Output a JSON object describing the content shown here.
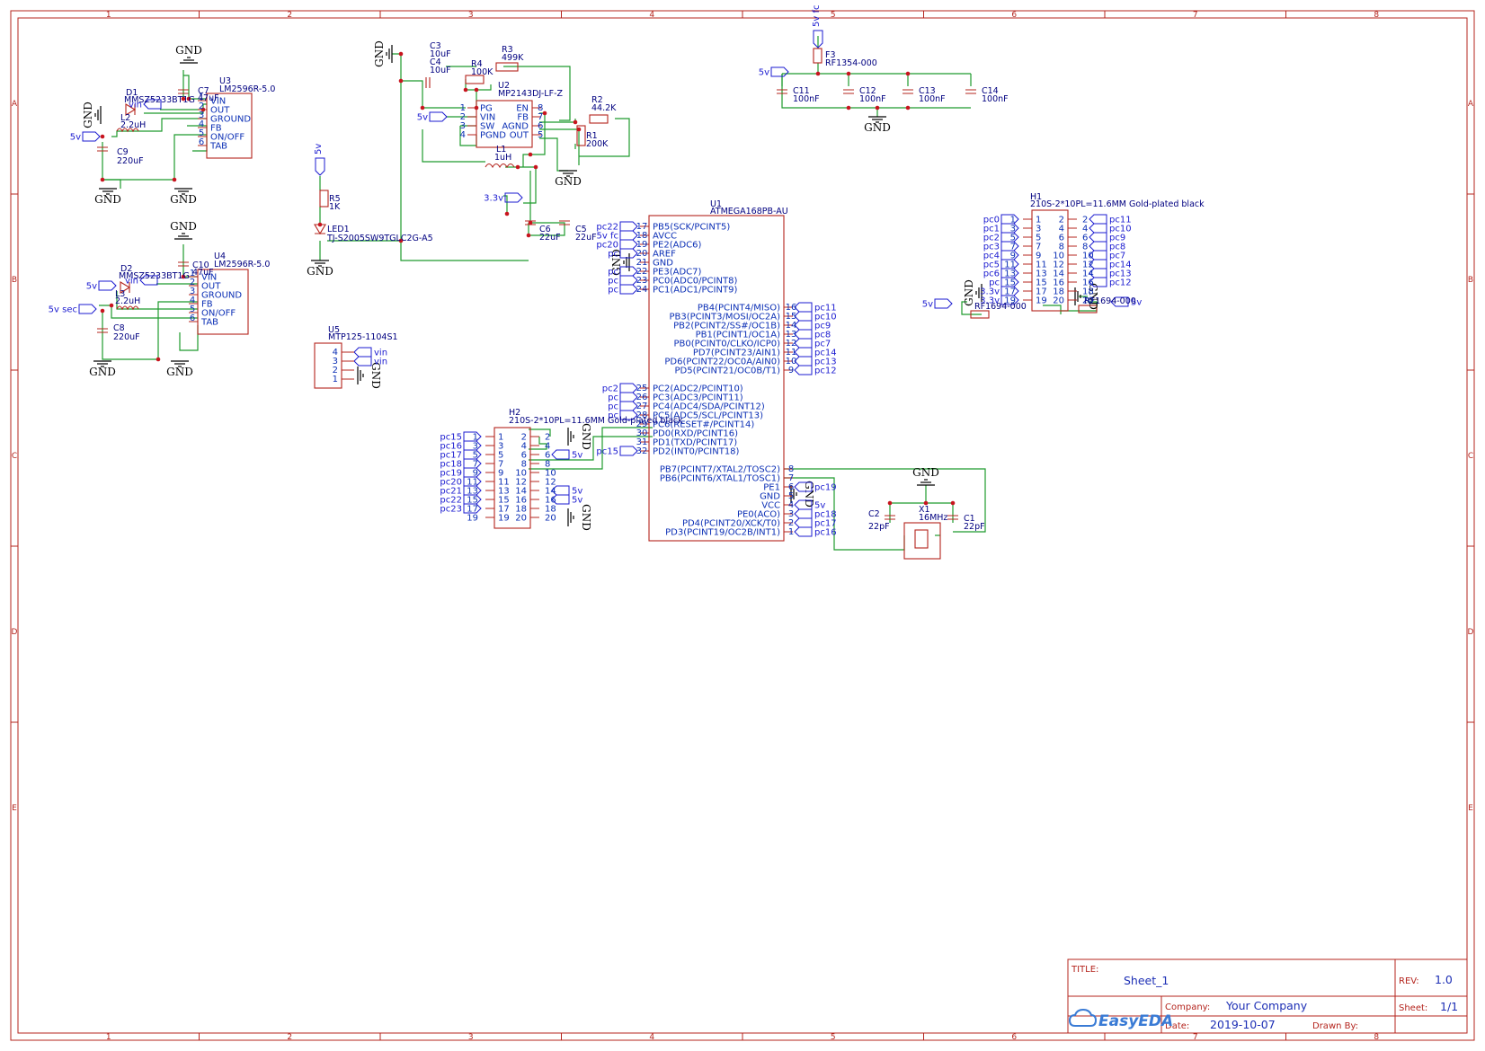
{
  "frame": {
    "columns": [
      "1",
      "2",
      "3",
      "4",
      "5",
      "6",
      "7",
      "8"
    ],
    "rows": [
      "A",
      "B",
      "C",
      "D",
      "E"
    ]
  },
  "colors": {
    "border": "#b4241d",
    "component": "#b4241d",
    "wire": "#1e9b2d",
    "pin_text": "#0b2fb5",
    "junction": "#c8141e",
    "gnd": "#000000"
  },
  "power_labels": {
    "gnd": "GND",
    "v5": "5v",
    "v5_sec": "5v sec",
    "v33": "3.3v",
    "vin": "vin",
    "v5fc": "5v fc"
  },
  "u1": {
    "ref": "U1",
    "part": "ATMEGA168PB-AU",
    "left_pins": [
      {
        "n": "17",
        "name": "PB5(SCK/PCINT5)",
        "net": "pc22"
      },
      {
        "n": "18",
        "name": "AVCC",
        "net": "5v fc",
        "red": true
      },
      {
        "n": "19",
        "name": "PE2(ADC6)",
        "net": "pc20"
      },
      {
        "n": "20",
        "name": "AREF",
        "net": "pc"
      },
      {
        "n": "21",
        "name": "GND",
        "net": "GND"
      },
      {
        "n": "22",
        "name": "PE3(ADC7)",
        "net": "pc"
      },
      {
        "n": "23",
        "name": "PC0(ADC0/PCINT8)",
        "net": "pc"
      },
      {
        "n": "24",
        "name": "PC1(ADC1/PCINT9)",
        "net": "pc"
      },
      {
        "n": "25",
        "name": "PC2(ADC2/PCINT10)",
        "net": "pc2"
      },
      {
        "n": "26",
        "name": "PC3(ADC3/PCINT11)",
        "net": "pc"
      },
      {
        "n": "27",
        "name": "PC4(ADC4/SDA/PCINT12)",
        "net": "pc"
      },
      {
        "n": "28",
        "name": "PC5(ADC5/SCL/PCINT13)",
        "net": "pc"
      },
      {
        "n": "29",
        "name": "PC6(RESET#/PCINT14)",
        "net": ""
      },
      {
        "n": "30",
        "name": "PD0(RXD/PCINT16)",
        "net": ""
      },
      {
        "n": "31",
        "name": "PD1(TXD/PCINT17)",
        "net": ""
      },
      {
        "n": "32",
        "name": "PD2(INT0/PCINT18)",
        "net": "pc15"
      }
    ],
    "right_pins": [
      {
        "n": "16",
        "name": "PB4(PCINT4/MISO)",
        "net": "pc11"
      },
      {
        "n": "15",
        "name": "PB3(PCINT3/MOSI/OC2A)",
        "net": "pc10"
      },
      {
        "n": "14",
        "name": "PB2(PCINT2/SS#/OC1B)",
        "net": "pc9"
      },
      {
        "n": "13",
        "name": "PB1(PCINT1/OC1A)",
        "net": "pc8"
      },
      {
        "n": "12",
        "name": "PB0(PCINT0/CLKO/ICP0)",
        "net": "pc7"
      },
      {
        "n": "11",
        "name": "PD7(PCINT23/AIN1)",
        "net": "pc14"
      },
      {
        "n": "10",
        "name": "PD6(PCINT22/OC0A/AIN0)",
        "net": "pc13"
      },
      {
        "n": "9",
        "name": "PD5(PCINT21/OC0B/T1)",
        "net": "pc12"
      },
      {
        "n": "8",
        "name": "PB7(PCINT7/XTAL2/TOSC2)",
        "net": ""
      },
      {
        "n": "7",
        "name": "PB6(PCINT6/XTAL1/TOSC1)",
        "net": ""
      },
      {
        "n": "6",
        "name": "PE1",
        "net": "pc19"
      },
      {
        "n": "5",
        "name": "GND",
        "net": "GND"
      },
      {
        "n": "4",
        "name": "VCC",
        "net": "5v",
        "red": true
      },
      {
        "n": "3",
        "name": "PE0(ACO)",
        "net": "pc18"
      },
      {
        "n": "2",
        "name": "PD4(PCINT20/XCK/T0)",
        "net": "pc17"
      },
      {
        "n": "1",
        "name": "PD3(PCINT19/OC2B/INT1)",
        "net": "pc16"
      }
    ]
  },
  "u3": {
    "ref": "U3",
    "part": "LM2596R-5.0",
    "pins": [
      "VIN",
      "OUT",
      "GROUND",
      "FB",
      "ON/OFF",
      "TAB"
    ]
  },
  "u4": {
    "ref": "U4",
    "part": "LM2596R-5.0",
    "pins": [
      "VIN",
      "OUT",
      "GROUND",
      "FB",
      "ON/OFF",
      "TAB"
    ]
  },
  "u2": {
    "ref": "U2",
    "part": "MP2143DJ-LF-Z",
    "left": [
      "PG",
      "VIN",
      "SW",
      "PGND"
    ],
    "right": [
      "EN",
      "FB",
      "AGND",
      "OUT"
    ]
  },
  "u5": {
    "ref": "U5",
    "part": "MTP125-1104S1",
    "pins": [
      "4",
      "3",
      "2",
      "1"
    ]
  },
  "h1": {
    "ref": "H1",
    "part": "210S-2*10PL=11.6MM Gold-plated black",
    "left_nets": [
      "pc0",
      "pc1",
      "pc2",
      "pc3",
      "pc4",
      "pc5",
      "pc6",
      "pc",
      "3.3v",
      "3.3v"
    ],
    "right_nets": [
      "pc11",
      "pc10",
      "pc9",
      "pc8",
      "pc7",
      "pc14",
      "pc13",
      "pc12",
      "",
      ""
    ]
  },
  "h2": {
    "ref": "H2",
    "part": "210S-2*10PL=11.6MM Gold-plated black",
    "left_nets": [
      "pc15",
      "pc16",
      "pc17",
      "pc18",
      "pc19",
      "pc20",
      "pc21",
      "pc22",
      "pc23",
      ""
    ]
  },
  "parts": {
    "d1": {
      "ref": "D1",
      "part": "MMSZ5233BT1G"
    },
    "d2": {
      "ref": "D2",
      "part": "MMSZ5233BT1G"
    },
    "l2": {
      "ref": "L2",
      "val": "2.2uH"
    },
    "l3": {
      "ref": "L3",
      "val": "2.2uH"
    },
    "l1": {
      "ref": "L1",
      "val": "1uH"
    },
    "c7": {
      "ref": "C7",
      "val": "47uF"
    },
    "c10": {
      "ref": "C10",
      "val": "47uF"
    },
    "c9": {
      "ref": "C9",
      "val": "220uF"
    },
    "c8": {
      "ref": "C8",
      "val": "220uF"
    },
    "c3": {
      "ref": "C3",
      "val": "10uF"
    },
    "c4": {
      "ref": "C4",
      "val": "10uF"
    },
    "c6": {
      "ref": "C6",
      "val": "22uF"
    },
    "c5": {
      "ref": "C5",
      "val": "22uF"
    },
    "r3": {
      "ref": "R3",
      "val": "499K"
    },
    "r4": {
      "ref": "R4",
      "val": "100K"
    },
    "r2": {
      "ref": "R2",
      "val": "44.2K"
    },
    "r1": {
      "ref": "R1",
      "val": "200K"
    },
    "r5": {
      "ref": "R5",
      "val": "1K"
    },
    "led1": {
      "ref": "LED1",
      "part": "TJ-S2005SW9TGLC2G-A5"
    },
    "f3": {
      "ref": "F3",
      "part": "RF1354-000"
    },
    "c11": {
      "ref": "C11",
      "val": "100nF"
    },
    "c12": {
      "ref": "C12",
      "val": "100nF"
    },
    "c13": {
      "ref": "C13",
      "val": "100nF"
    },
    "c14": {
      "ref": "C14",
      "val": "100nF"
    },
    "f_h1a": {
      "part": "RF1694-000"
    },
    "f_h1b": {
      "part": "RF1694-000"
    },
    "x1": {
      "ref": "X1",
      "val": "16MHz"
    },
    "c2": {
      "ref": "C2",
      "val": "22pF"
    },
    "c1": {
      "ref": "C1",
      "val": "22pF"
    }
  },
  "title_block": {
    "title_label": "TITLE:",
    "title": "Sheet_1",
    "rev_label": "REV:",
    "rev": "1.0",
    "company_label": "Company:",
    "company": "Your Company",
    "sheet_label": "Sheet:",
    "sheet": "1/1",
    "date_label": "Date:",
    "date": "2019-10-07",
    "drawn_label": "Drawn By:",
    "logo": "EasyEDA"
  }
}
